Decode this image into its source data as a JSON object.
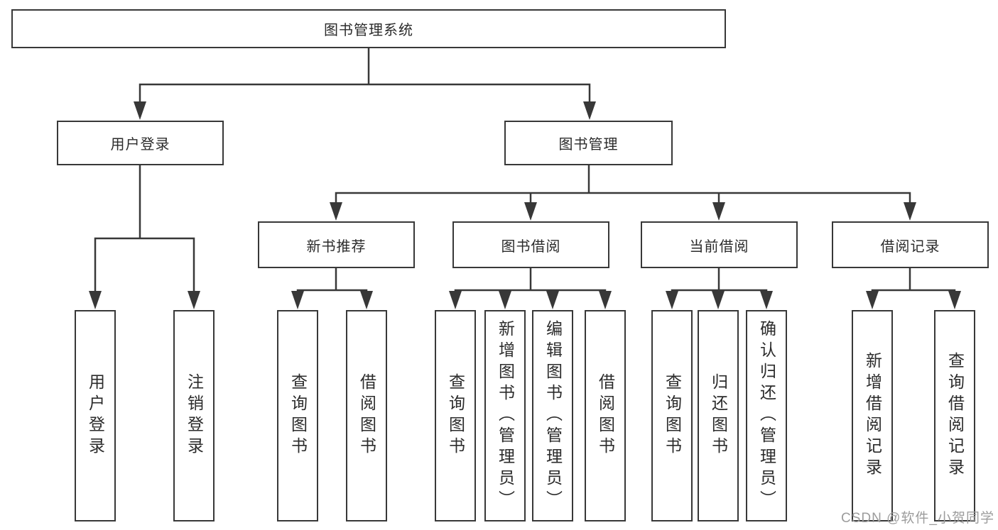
{
  "diagram": {
    "root": {
      "label": "图书管理系统"
    },
    "modules": [
      {
        "label": "用户登录",
        "features": [
          {
            "label": "用户登录"
          },
          {
            "label": "注销登录"
          }
        ]
      },
      {
        "label": "图书管理",
        "submodules": [
          {
            "label": "新书推荐",
            "features": [
              {
                "label": "查询图书"
              },
              {
                "label": "借阅图书"
              }
            ]
          },
          {
            "label": "图书借阅",
            "features": [
              {
                "label": "查询图书"
              },
              {
                "label": "新增图书（管理员）"
              },
              {
                "label": "编辑图书（管理员）"
              },
              {
                "label": "借阅图书"
              }
            ]
          },
          {
            "label": "当前借阅",
            "features": [
              {
                "label": "查询图书"
              },
              {
                "label": "归还图书"
              },
              {
                "label": "确认归还（管理员）"
              }
            ]
          },
          {
            "label": "借阅记录",
            "features": [
              {
                "label": "新增借阅记录"
              },
              {
                "label": "查询借阅记录"
              }
            ]
          }
        ]
      }
    ]
  },
  "watermark": {
    "text": "CSDN @软件_小贺同学"
  },
  "colors": {
    "line": "#383838",
    "text": "#2b2b2b",
    "watermark": "#9c9c9c",
    "background": "#ffffff"
  }
}
